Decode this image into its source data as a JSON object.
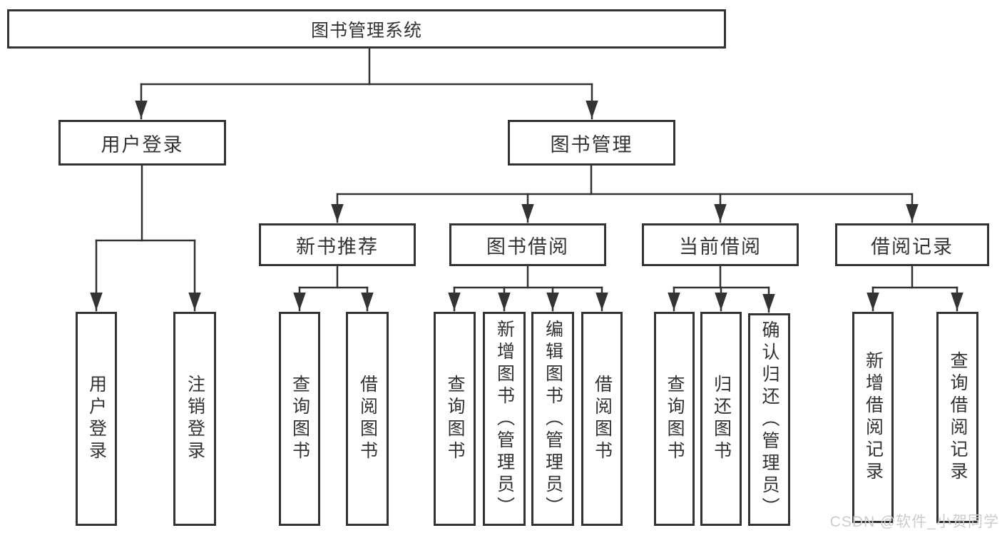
{
  "tree": {
    "root": "图书管理系统",
    "branches": [
      {
        "label": "用户登录",
        "children": [
          "用户登录",
          "注销登录"
        ]
      },
      {
        "label": "图书管理",
        "sections": [
          {
            "label": "新书推荐",
            "children": [
              "查询图书",
              "借阅图书"
            ]
          },
          {
            "label": "图书借阅",
            "children": [
              "查询图书",
              "新增图书（管理员）",
              "编辑图书（管理员）",
              "借阅图书"
            ]
          },
          {
            "label": "当前借阅",
            "children": [
              "查询图书",
              "归还图书",
              "确认归还（管理员）"
            ]
          },
          {
            "label": "借阅记录",
            "children": [
              "新增借阅记录",
              "查询借阅记录"
            ]
          }
        ]
      }
    ]
  },
  "watermark": "CSDN @软件_小贺同学",
  "colors": {
    "line": "#333333",
    "text": "#333333",
    "box_background": "#ffffff",
    "page_background": "#ffffff",
    "watermark": "#cccccc"
  }
}
